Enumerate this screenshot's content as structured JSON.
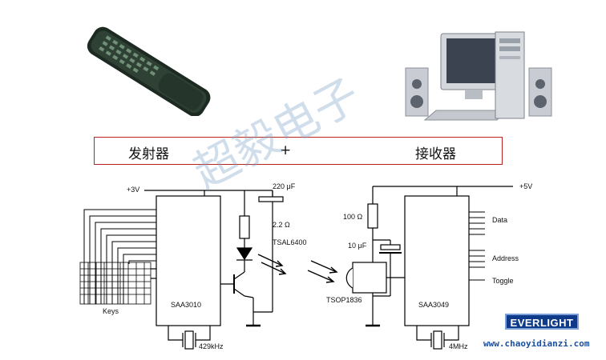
{
  "header": {
    "transmitter": "发射器",
    "plus": "+",
    "receiver": "接收器"
  },
  "watermark": "超毅电子",
  "transmitter_circuit": {
    "supply": "+3V",
    "ic": "SAA3010",
    "keys": "Keys",
    "crystal": "429kHz",
    "capacitor": "220 μF",
    "resistor": "2.2 Ω",
    "led": "TSAL6400"
  },
  "receiver_circuit": {
    "supply": "+5V",
    "ic": "SAA3049",
    "resistor": "100 Ω",
    "capacitor": "10 μF",
    "sensor": "TSOP1836",
    "crystal": "4MHz",
    "outputs": [
      "Data",
      "Address",
      "Toggle"
    ]
  },
  "footer": {
    "logo": "EVERLIGHT",
    "website": "www.chaoyidianzi.com"
  },
  "colors": {
    "frame": "#bb2222",
    "logo_bg": "#0f3a8a",
    "website": "#1a4fa0",
    "watermark": "#78a0c8"
  },
  "icons": [
    "remote-control-illustration",
    "desktop-computer-illustration"
  ]
}
